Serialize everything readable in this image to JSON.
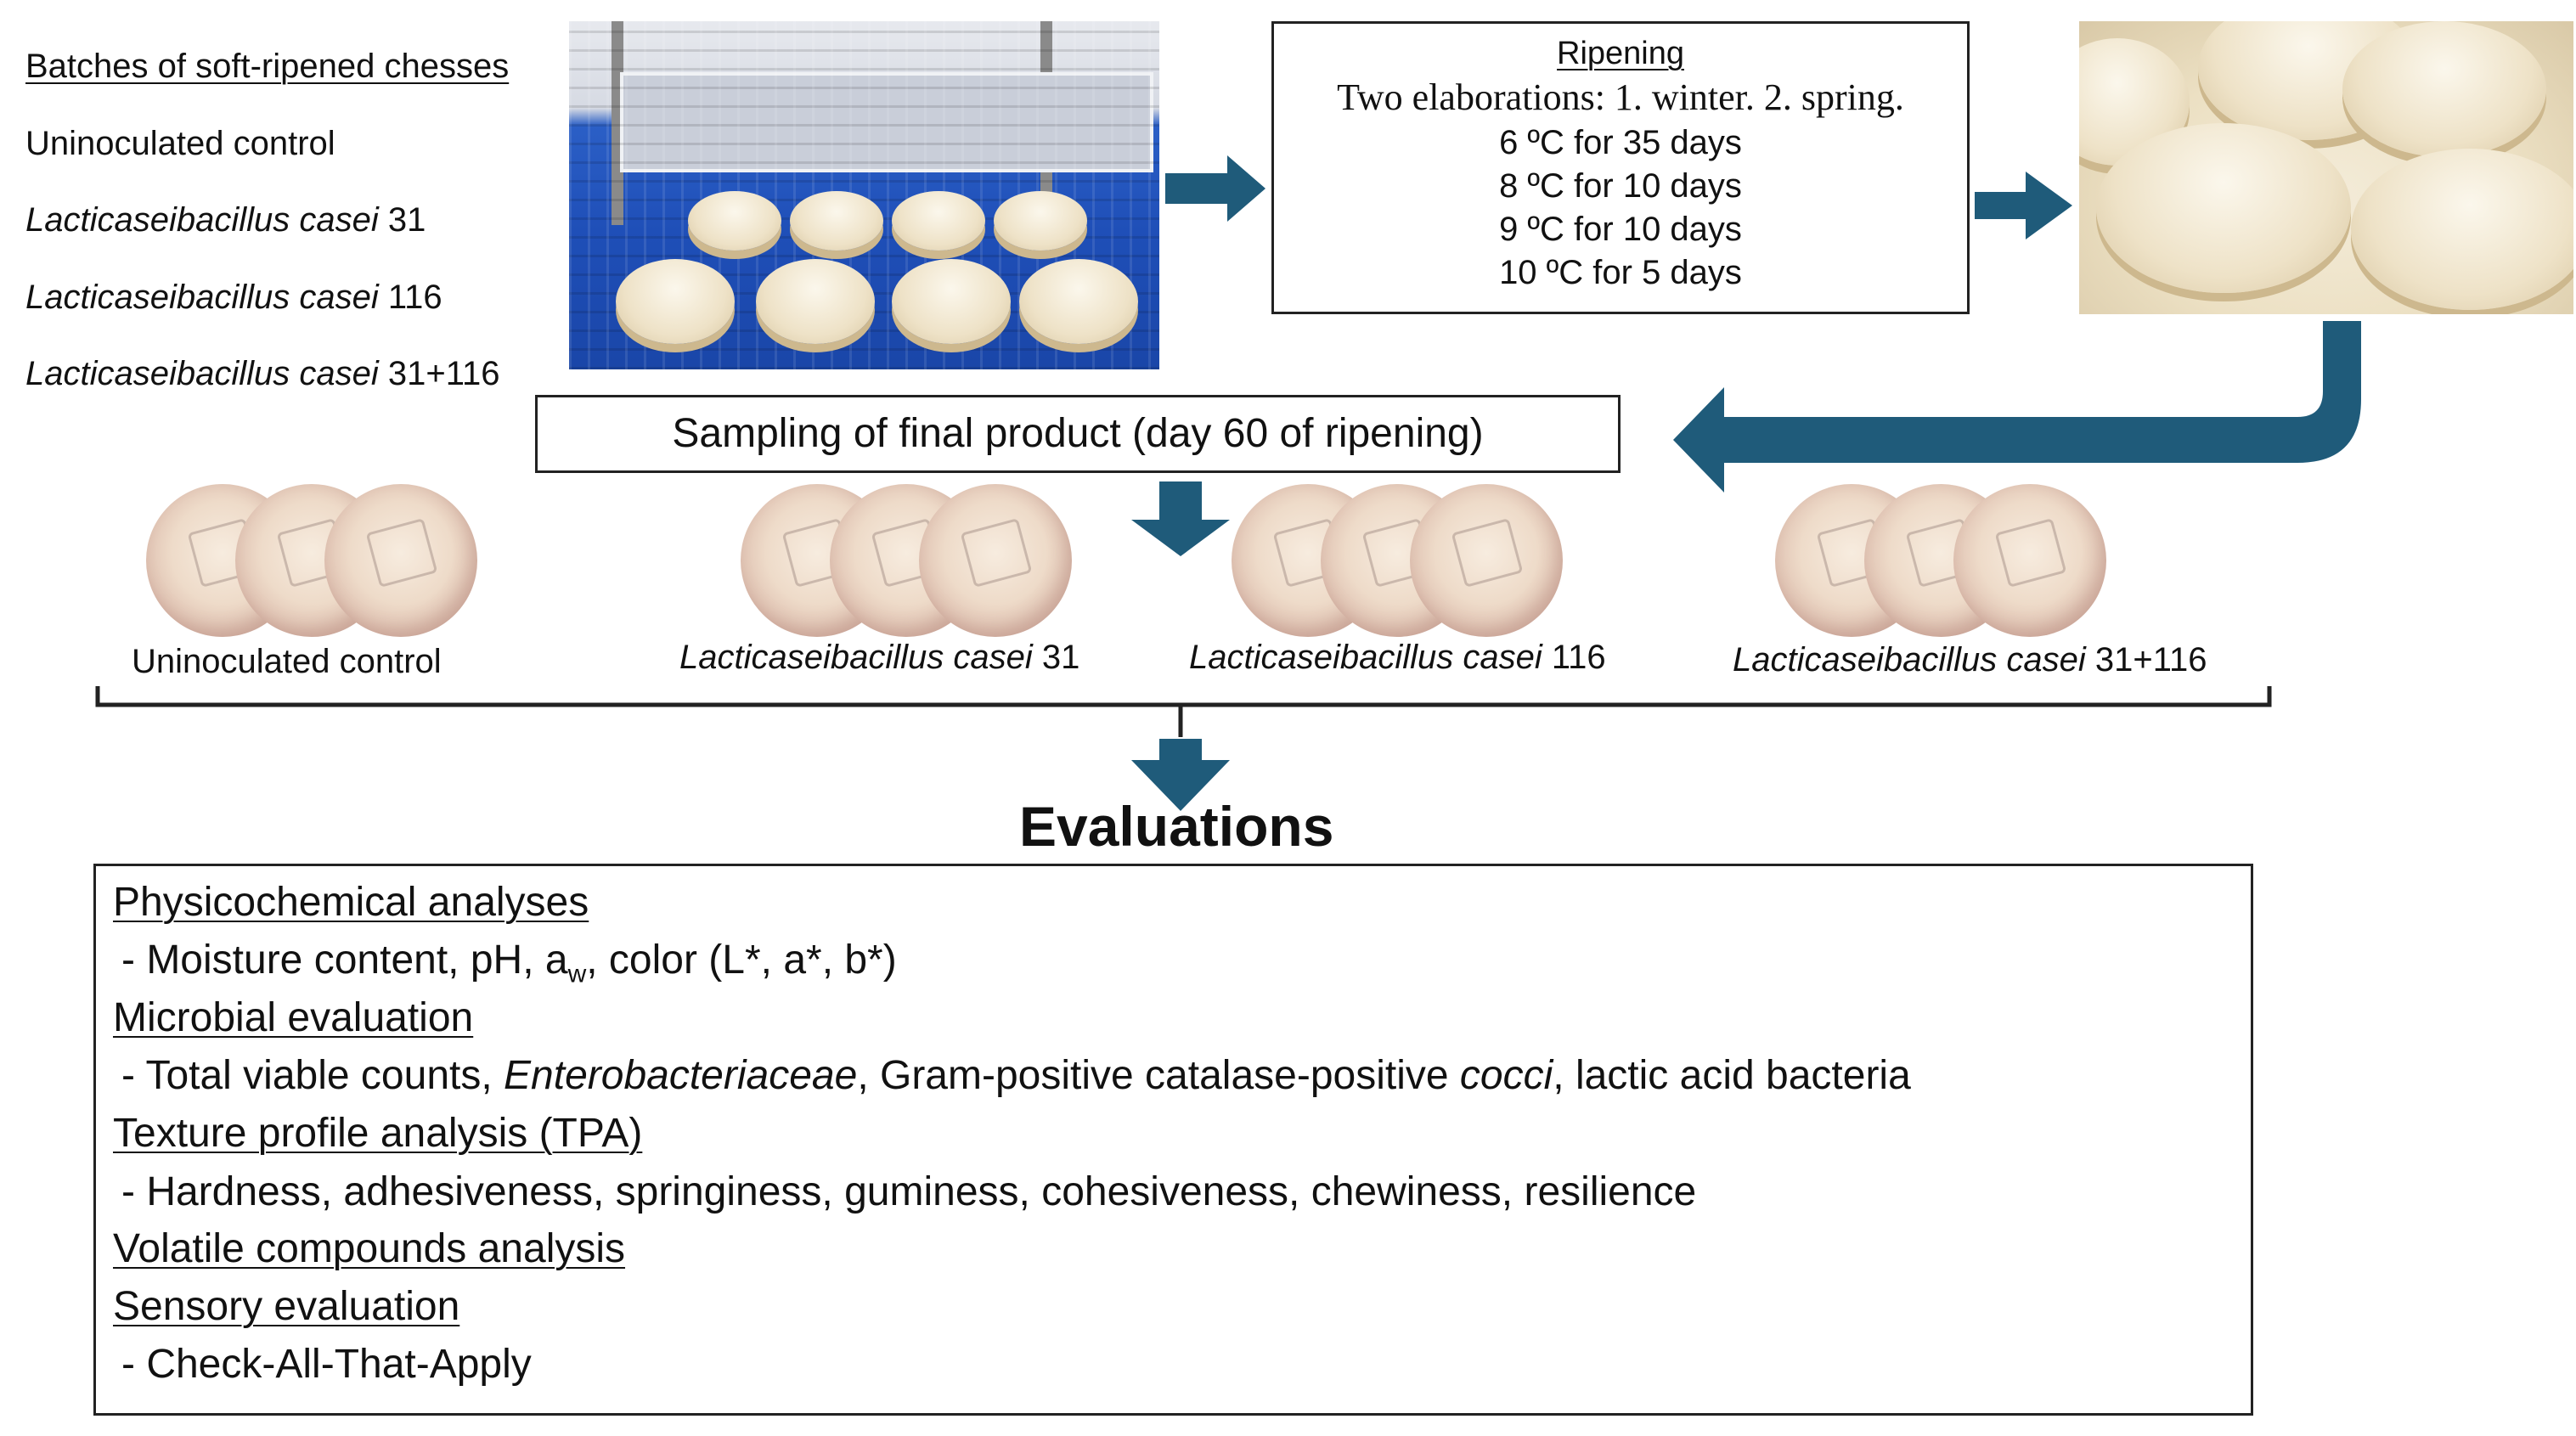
{
  "batches": {
    "title": "Batches of soft-ripened chesses",
    "items": [
      {
        "italic": "",
        "plain": "Uninoculated control"
      },
      {
        "italic": "Lacticaseibacillus casei",
        "plain": " 31"
      },
      {
        "italic": "Lacticaseibacillus casei",
        "plain": " 116"
      },
      {
        "italic": "Lacticaseibacillus casei",
        "plain": " 31+116"
      }
    ]
  },
  "ripening": {
    "title": "Ripening",
    "subtitle": "Two elaborations: 1. winter. 2. spring.",
    "steps": [
      "6 ºC for 35 days",
      "8 ºC for 10 days",
      "9 ºC for 10 days",
      "10 ºC for 5 days"
    ]
  },
  "sampling": {
    "label": "Sampling of final product (day 60 of ripening)"
  },
  "groups": [
    {
      "italic": "",
      "plain": "Uninoculated control"
    },
    {
      "italic": "Lacticaseibacillus casei",
      "plain": " 31"
    },
    {
      "italic": "Lacticaseibacillus casei",
      "plain": " 116"
    },
    {
      "italic": "Lacticaseibacillus casei",
      "plain": " 31+116"
    }
  ],
  "evaluations": {
    "title": "Evaluations",
    "physico": {
      "heading": "Physicochemical analyses",
      "detail_a": " - Moisture content, pH, a",
      "detail_sub": "w",
      "detail_b": ", color (L*, a*, b*)"
    },
    "micro": {
      "heading": "Microbial evaluation",
      "d1": " - Total viable counts, ",
      "d2": "Enterobacteriaceae",
      "d3": ", Gram-positive catalase-positive ",
      "d4": "cocci",
      "d5": ", lactic acid bacteria"
    },
    "tpa": {
      "heading": "Texture profile analysis (TPA)",
      "detail": "- Hardness, adhesiveness, springiness, guminess, cohesiveness, chewiness, resilience"
    },
    "volatile": {
      "heading": "Volatile compounds analysis"
    },
    "sensory": {
      "heading": "Sensory evaluation",
      "detail": " - Check-All-That-Apply"
    }
  },
  "colors": {
    "arrow": "#1f5b7a",
    "border": "#222222"
  }
}
